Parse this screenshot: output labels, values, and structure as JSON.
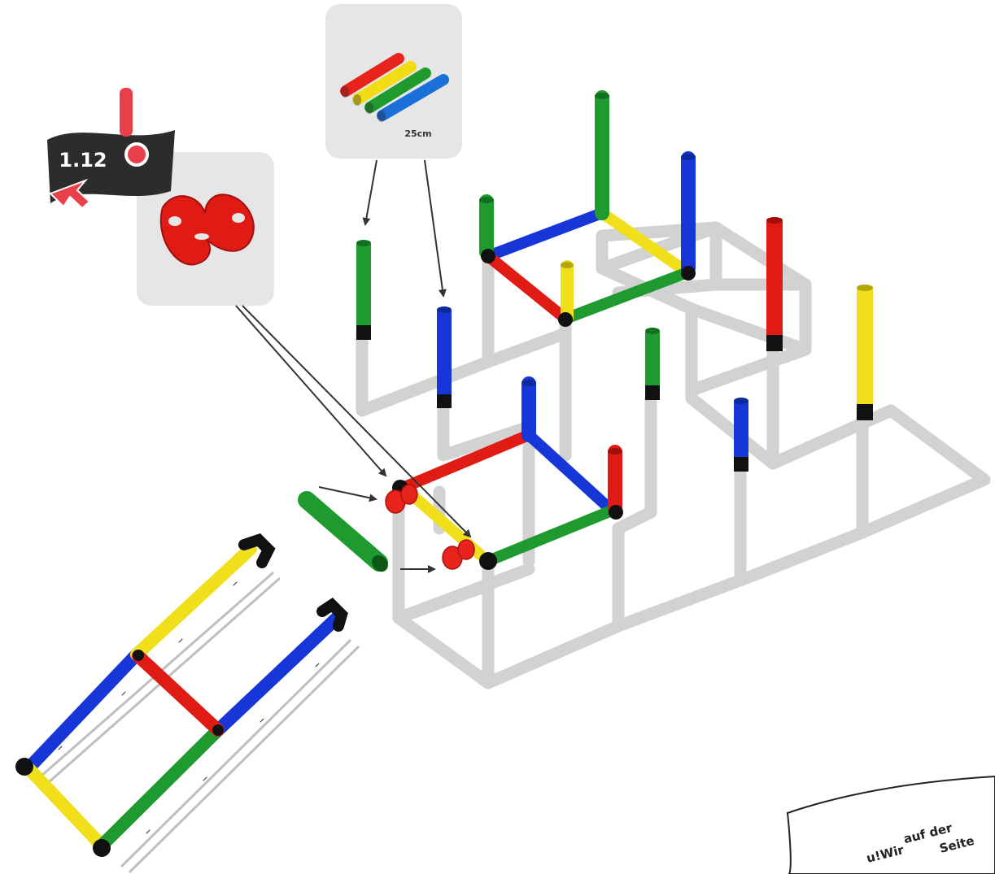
{
  "step": {
    "number": "1.12",
    "alert_icon": "exclamation-icon",
    "pointer_icon": "cursor-arrow-icon"
  },
  "parts": {
    "tubes": {
      "label": "25cm",
      "colors": [
        "#e8231c",
        "#f2dc14",
        "#1f9a2e",
        "#1a6fd8"
      ]
    },
    "clip": {
      "color": "#e8231c"
    }
  },
  "note": {
    "lines": [
      "u!Wir",
      "auf der",
      "Seite"
    ]
  },
  "colors": {
    "red": "#e01b14",
    "yellow": "#f0df1a",
    "green": "#1f9a2e",
    "blue": "#1736d8",
    "grey": "#d3d3d3",
    "black": "#111111",
    "panel": "#e6e6e6",
    "badge": "#2c2c2c",
    "alert": "#e8404a"
  }
}
